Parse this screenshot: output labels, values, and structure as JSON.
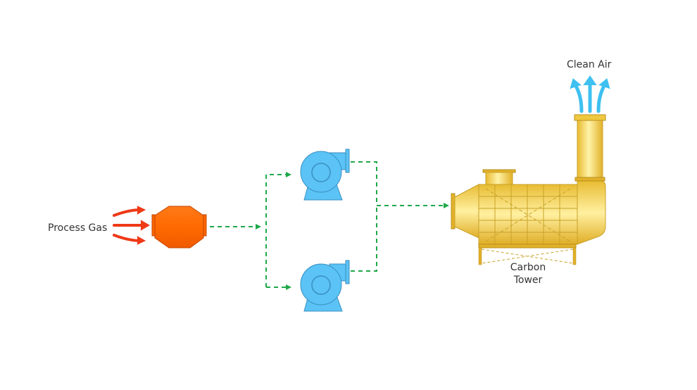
{
  "labels": {
    "process_gas": "Process Gas",
    "clean_air": "Clean Air",
    "carbon_tower_line1": "Carbon",
    "carbon_tower_line2": "Tower"
  },
  "colors": {
    "gas_arrows": "#ee3a17",
    "filter": "#ff6600",
    "fan": "#5bc3f5",
    "pipe": "#1fa84a",
    "tower": "#f5d25a",
    "tower_outline": "#c9a227",
    "clean_air_arrows": "#3ec0f0"
  },
  "icons": {
    "filter": "filter-housing-icon",
    "fan": "centrifugal-fan-icon",
    "tower": "carbon-tower-icon"
  }
}
